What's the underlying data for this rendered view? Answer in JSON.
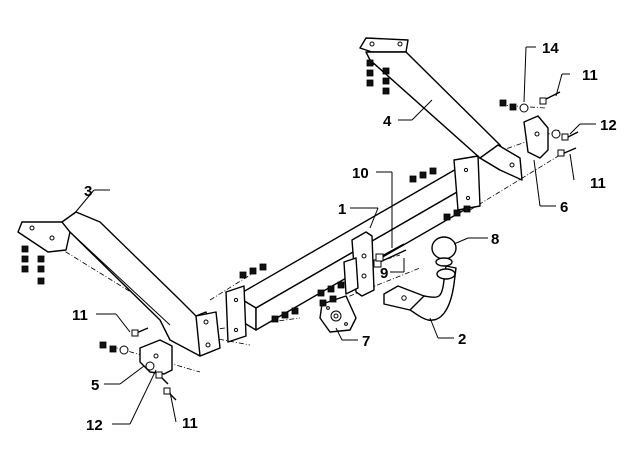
{
  "diagram": {
    "type": "exploded-assembly-drawing",
    "line_color": "#000000",
    "background": "#ffffff",
    "callouts": {
      "c1": "1",
      "c2": "2",
      "c3": "3",
      "c4": "4",
      "c5": "5",
      "c6": "6",
      "c7": "7",
      "c8": "8",
      "c9": "9",
      "c10": "10",
      "c11a": "11",
      "c11b": "11",
      "c11c": "11",
      "c11d": "11",
      "c12a": "12",
      "c12b": "12",
      "c14": "14"
    }
  }
}
